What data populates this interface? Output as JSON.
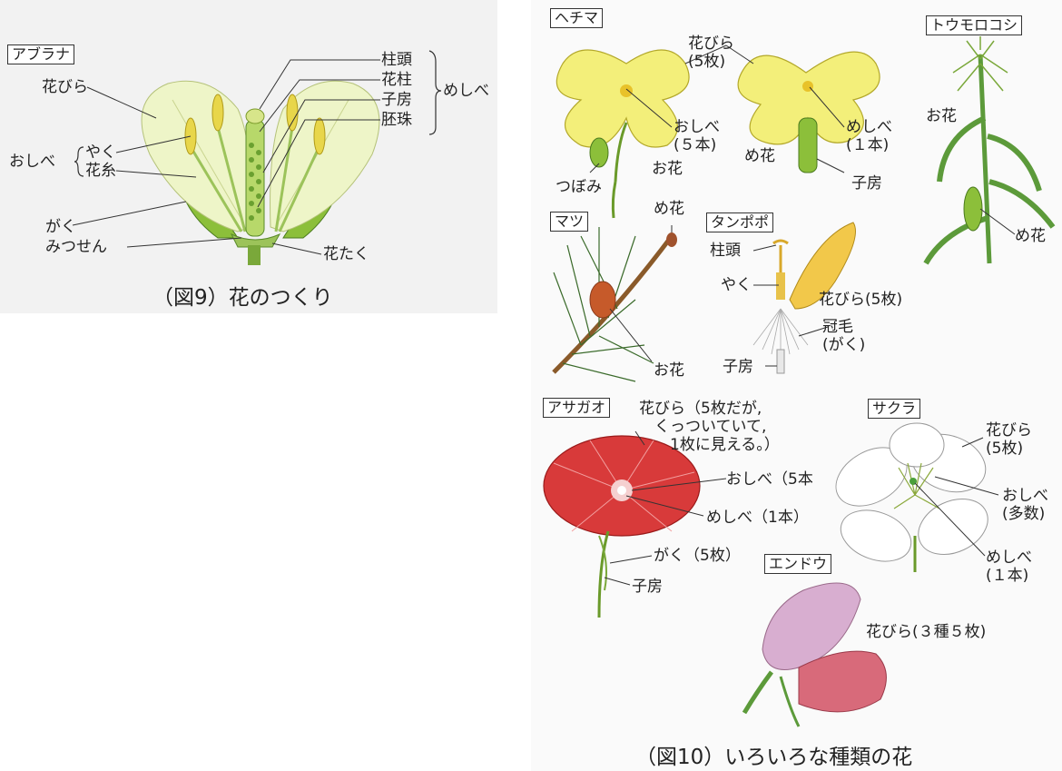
{
  "fig9": {
    "tag": "アブラナ",
    "caption": "（図9）花のつくり",
    "labels": {
      "petal": "花びら",
      "stigma": "柱頭",
      "style": "花柱",
      "ovary": "子房",
      "ovule": "胚珠",
      "pistil": "めしべ",
      "stamen": "おしべ",
      "anther": "やく",
      "filament": "花糸",
      "sepal": "がく",
      "nectary": "みつせん",
      "receptacle": "花たく"
    }
  },
  "fig10": {
    "caption": "（図10）いろいろな種類の花",
    "hechima": {
      "tag": "ヘチマ",
      "petals": "花びら\n(5枚)",
      "stamens": "おしべ\n(５本)",
      "pistil": "めしべ\n(１本)",
      "bud": "つぼみ",
      "male": "お花",
      "female": "め花",
      "ovary": "子房"
    },
    "corn": {
      "tag": "トウモロコシ",
      "male": "お花",
      "female": "め花"
    },
    "pine": {
      "tag": "マツ",
      "female": "め花",
      "male": "お花"
    },
    "dandelion": {
      "tag": "タンポポ",
      "stigma": "柱頭",
      "anther": "やく",
      "petals": "花びら(5枚)",
      "pappus": "冠毛\n(がく)",
      "ovary": "子房"
    },
    "morning_glory": {
      "tag": "アサガオ",
      "petals": "花びら（5枚だが,\n　くっついていて,\n　　1枚に見える。）",
      "stamens": "おしべ（5本",
      "pistil": "めしべ（1本）",
      "sepals": "がく（5枚）",
      "ovary": "子房"
    },
    "cherry": {
      "tag": "サクラ",
      "petals": "花びら\n(5枚)",
      "stamens": "おしべ\n(多数)",
      "pistil": "めしべ\n(１本)"
    },
    "pea": {
      "tag": "エンドウ",
      "petals": "花びら(３種５枚)"
    }
  },
  "colors": {
    "line": "#333333",
    "yellow_petal": "#f3ef7a",
    "pale_petal": "#eef5c8",
    "red": "#d83a3a",
    "green": "#5c9a3a",
    "pink": "#c995b4"
  }
}
